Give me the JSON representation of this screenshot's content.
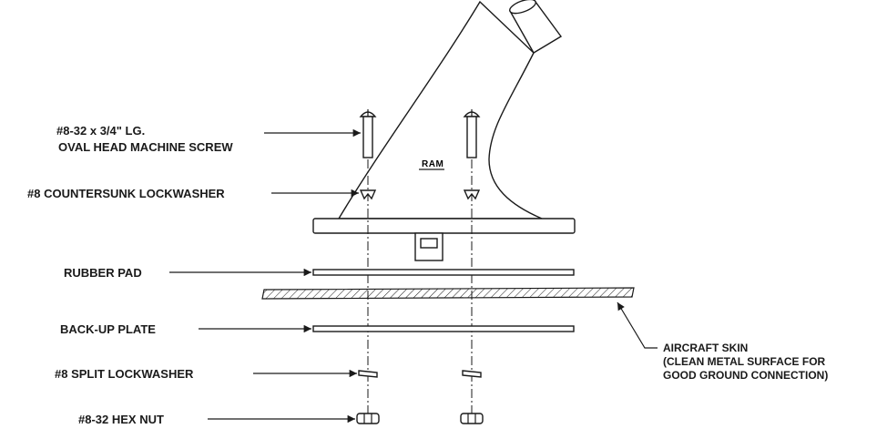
{
  "labels": {
    "screw_line1": "#8-32 x 3/4\" LG.",
    "screw_line2": "OVAL HEAD MACHINE SCREW",
    "countersunk": "#8 COUNTERSUNK LOCKWASHER",
    "rubber_pad": "RUBBER PAD",
    "backup_plate": "BACK-UP PLATE",
    "split_lockwasher": "#8 SPLIT LOCKWASHER",
    "hex_nut": "#8-32 HEX NUT",
    "skin_line1": "AIRCRAFT SKIN",
    "skin_line2": "(CLEAN METAL SURFACE FOR",
    "skin_line3": "GOOD GROUND CONNECTION)"
  },
  "logo_text": "RAM"
}
